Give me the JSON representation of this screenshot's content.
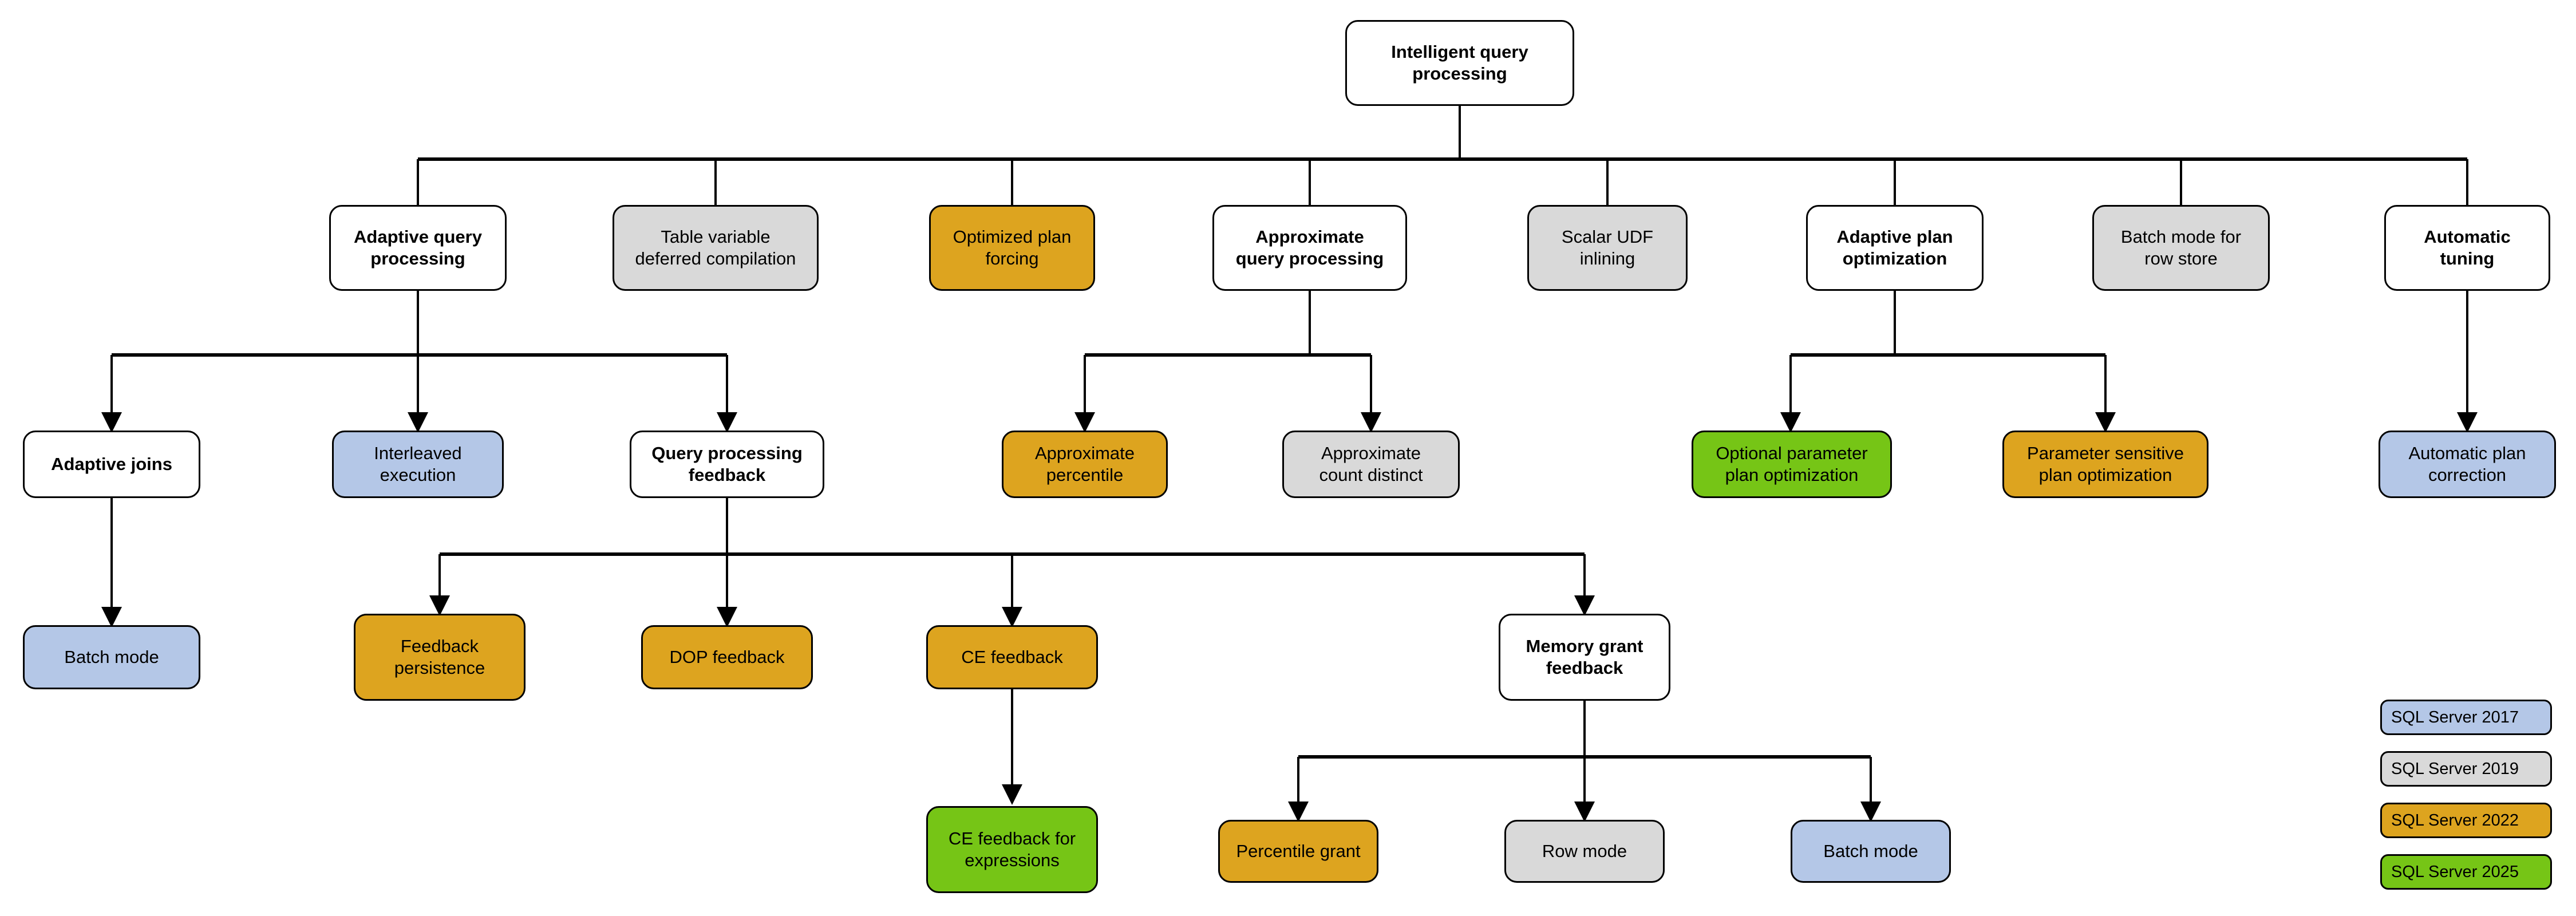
{
  "diagram": {
    "title": "Intelligent query processing",
    "type": "tree-hierarchy",
    "background": "#ffffff",
    "edge_color": "#000000"
  },
  "legend": {
    "items": [
      {
        "label": "SQL Server 2017",
        "color": "#b4c7e7",
        "key": "v2017"
      },
      {
        "label": "SQL Server 2019",
        "color": "#d9d9d9",
        "key": "v2019"
      },
      {
        "label": "SQL Server 2022",
        "color": "#dda41f",
        "key": "v2022"
      },
      {
        "label": "SQL Server 2025",
        "color": "#76c516",
        "key": "v2025"
      }
    ]
  },
  "nodes": {
    "root": {
      "label": "Intelligent query\nprocessing",
      "fill": "white",
      "bold": true
    },
    "adaptive_query_processing": {
      "label": "Adaptive query\nprocessing",
      "fill": "white",
      "bold": true
    },
    "table_variable_deferred_compilation": {
      "label": "Table variable\ndeferred compilation",
      "fill": "v2019",
      "bold": false
    },
    "optimized_plan_forcing": {
      "label": "Optimized plan\nforcing",
      "fill": "v2022",
      "bold": false
    },
    "approximate_query_processing": {
      "label": "Approximate\nquery processing",
      "fill": "white",
      "bold": true
    },
    "scalar_udf_inlining": {
      "label": "Scalar UDF\ninlining",
      "fill": "v2019",
      "bold": false
    },
    "adaptive_plan_optimization": {
      "label": "Adaptive plan\noptimization",
      "fill": "white",
      "bold": true
    },
    "batch_mode_for_row_store": {
      "label": "Batch mode for\nrow store",
      "fill": "v2019",
      "bold": false
    },
    "automatic_tuning": {
      "label": "Automatic\ntuning",
      "fill": "white",
      "bold": true
    },
    "adaptive_joins": {
      "label": "Adaptive joins",
      "fill": "white",
      "bold": true
    },
    "interleaved_execution": {
      "label": "Interleaved\nexecution",
      "fill": "v2017",
      "bold": false
    },
    "query_processing_feedback": {
      "label": "Query processing\nfeedback",
      "fill": "white",
      "bold": true
    },
    "approximate_percentile": {
      "label": "Approximate\npercentile",
      "fill": "v2022",
      "bold": false
    },
    "approximate_count_distinct": {
      "label": "Approximate\ncount distinct",
      "fill": "v2019",
      "bold": false
    },
    "optional_parameter_plan_optimization": {
      "label": "Optional parameter\nplan optimization",
      "fill": "v2025",
      "bold": false
    },
    "parameter_sensitive_plan_optimization": {
      "label": "Parameter sensitive\nplan optimization",
      "fill": "v2022",
      "bold": false
    },
    "automatic_plan_correction": {
      "label": "Automatic plan\ncorrection",
      "fill": "v2017",
      "bold": false
    },
    "batch_mode_adaptive_joins": {
      "label": "Batch mode",
      "fill": "v2017",
      "bold": false
    },
    "feedback_persistence": {
      "label": "Feedback\npersistence",
      "fill": "v2022",
      "bold": false
    },
    "dop_feedback": {
      "label": "DOP feedback",
      "fill": "v2022",
      "bold": false
    },
    "ce_feedback": {
      "label": "CE feedback",
      "fill": "v2022",
      "bold": false
    },
    "memory_grant_feedback": {
      "label": "Memory grant\nfeedback",
      "fill": "white",
      "bold": true
    },
    "ce_feedback_for_expressions": {
      "label": "CE feedback for\nexpressions",
      "fill": "v2025",
      "bold": false
    },
    "percentile_grant": {
      "label": "Percentile grant",
      "fill": "v2022",
      "bold": false
    },
    "row_mode": {
      "label": "Row mode",
      "fill": "v2019",
      "bold": false
    },
    "batch_mode_memory_grant": {
      "label": "Batch mode",
      "fill": "v2017",
      "bold": false
    }
  }
}
